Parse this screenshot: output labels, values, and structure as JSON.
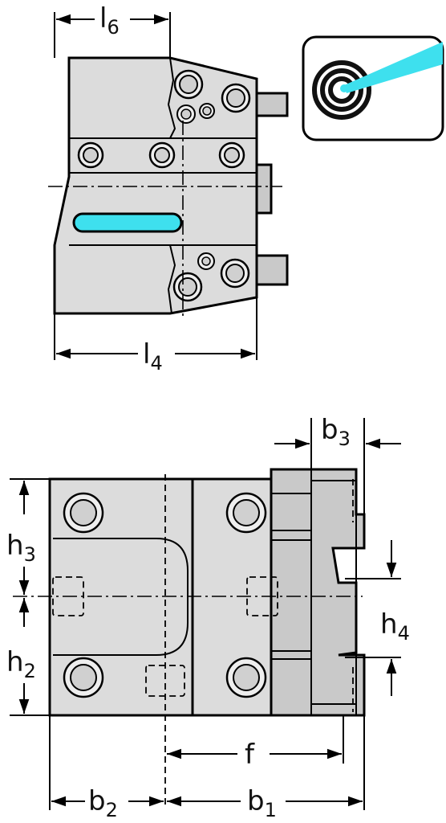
{
  "labels": {
    "l6": "l6",
    "l4": "l4",
    "b3": "b3",
    "h3": "h3",
    "h4": "h4",
    "h2": "h2",
    "f": "f",
    "b2": "b2",
    "b1": "b1"
  },
  "icon": {
    "name": "coolant-target-icon",
    "jet_color": "#3ee0ee"
  },
  "colors": {
    "coolant_slot": "#3ee0ee",
    "body": "#dcdcdc"
  }
}
